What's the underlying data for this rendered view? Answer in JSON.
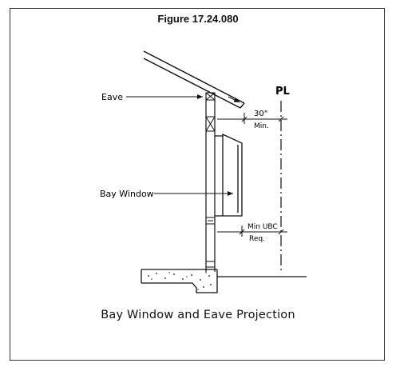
{
  "figure": {
    "title": "Figure 17.24.080",
    "caption": "Bay Window and Eave Projection"
  },
  "labels": {
    "eave": "Eave",
    "bay_window": "Bay Window",
    "property_line_symbol": "PL",
    "dim_eave_value": "30\"",
    "dim_eave_note": "Min.",
    "dim_bay_value": "Min UBC",
    "dim_bay_note": "Req."
  },
  "colors": {
    "ink": "#111111",
    "paper": "#ffffff"
  }
}
